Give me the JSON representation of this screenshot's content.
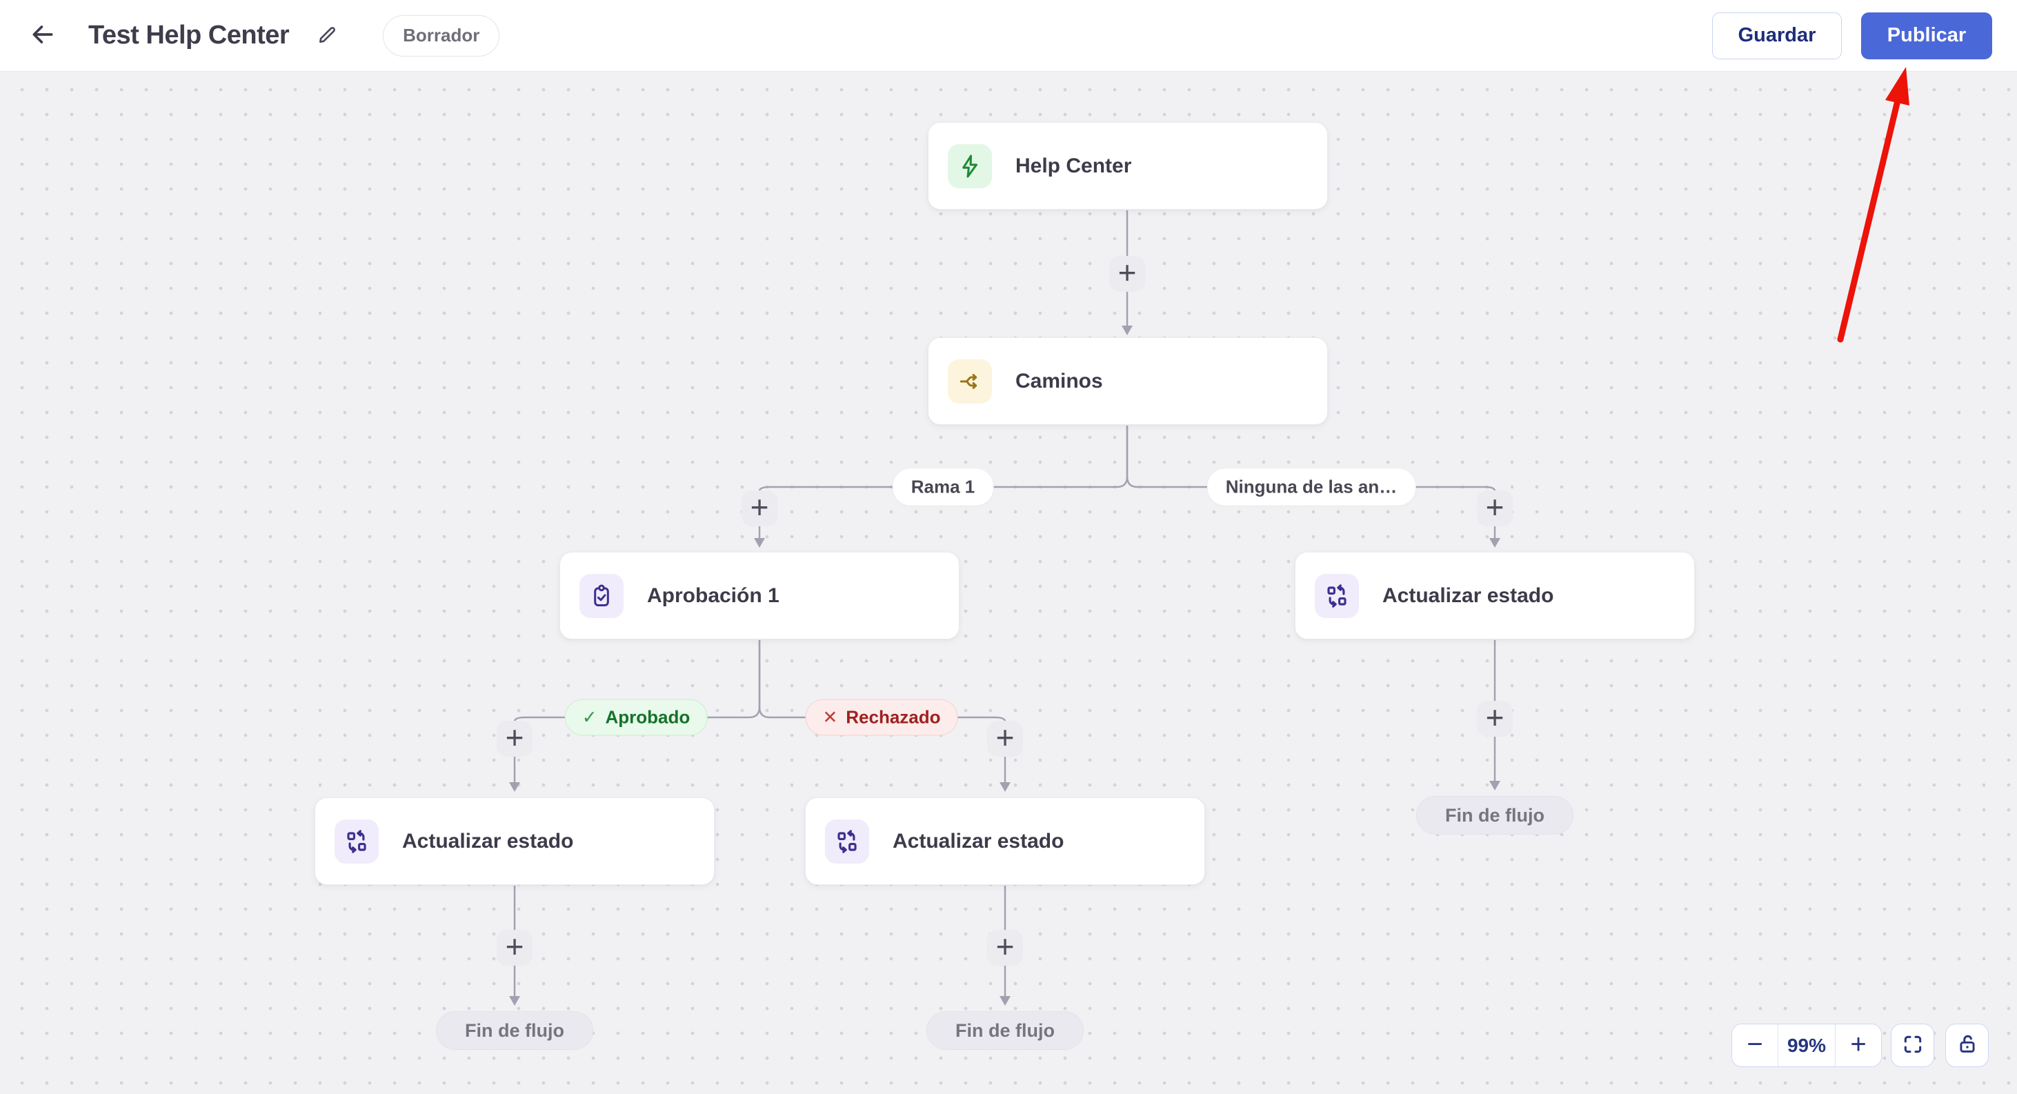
{
  "header": {
    "title": "Test Help Center",
    "status_badge": "Borrador",
    "save_label": "Guardar",
    "publish_label": "Publicar"
  },
  "flow": {
    "nodes": [
      {
        "label": "Help Center",
        "icon": "lightning-icon"
      },
      {
        "label": "Caminos",
        "icon": "split-paths-icon"
      },
      {
        "label": "Aprobación 1",
        "icon": "clipboard-check-icon"
      },
      {
        "label": "Actualizar estado",
        "icon": "status-swap-icon"
      },
      {
        "label": "Actualizar estado",
        "icon": "status-swap-icon"
      },
      {
        "label": "Actualizar estado",
        "icon": "status-swap-icon"
      }
    ],
    "branches": [
      {
        "label": "Rama 1"
      },
      {
        "label": "Ninguna de las an…"
      }
    ],
    "outcomes": [
      {
        "label": "Aprobado",
        "icon_glyph": "✓"
      },
      {
        "label": "Rechazado",
        "icon_glyph": "✕"
      }
    ],
    "end_label": "Fin de flujo",
    "add_step_glyph": "+"
  },
  "zoom_toolbar": {
    "zoom_out_glyph": "−",
    "zoom_level": "99%",
    "zoom_in_glyph": "+"
  },
  "colors": {
    "publish_blue": "#4a68d8",
    "annotation_red": "#ec1309",
    "trigger_green": "#1d8a34",
    "paths_amber": "#9a7516",
    "action_purple": "#3c2f90",
    "connector_gray": "#a3a1b0"
  }
}
